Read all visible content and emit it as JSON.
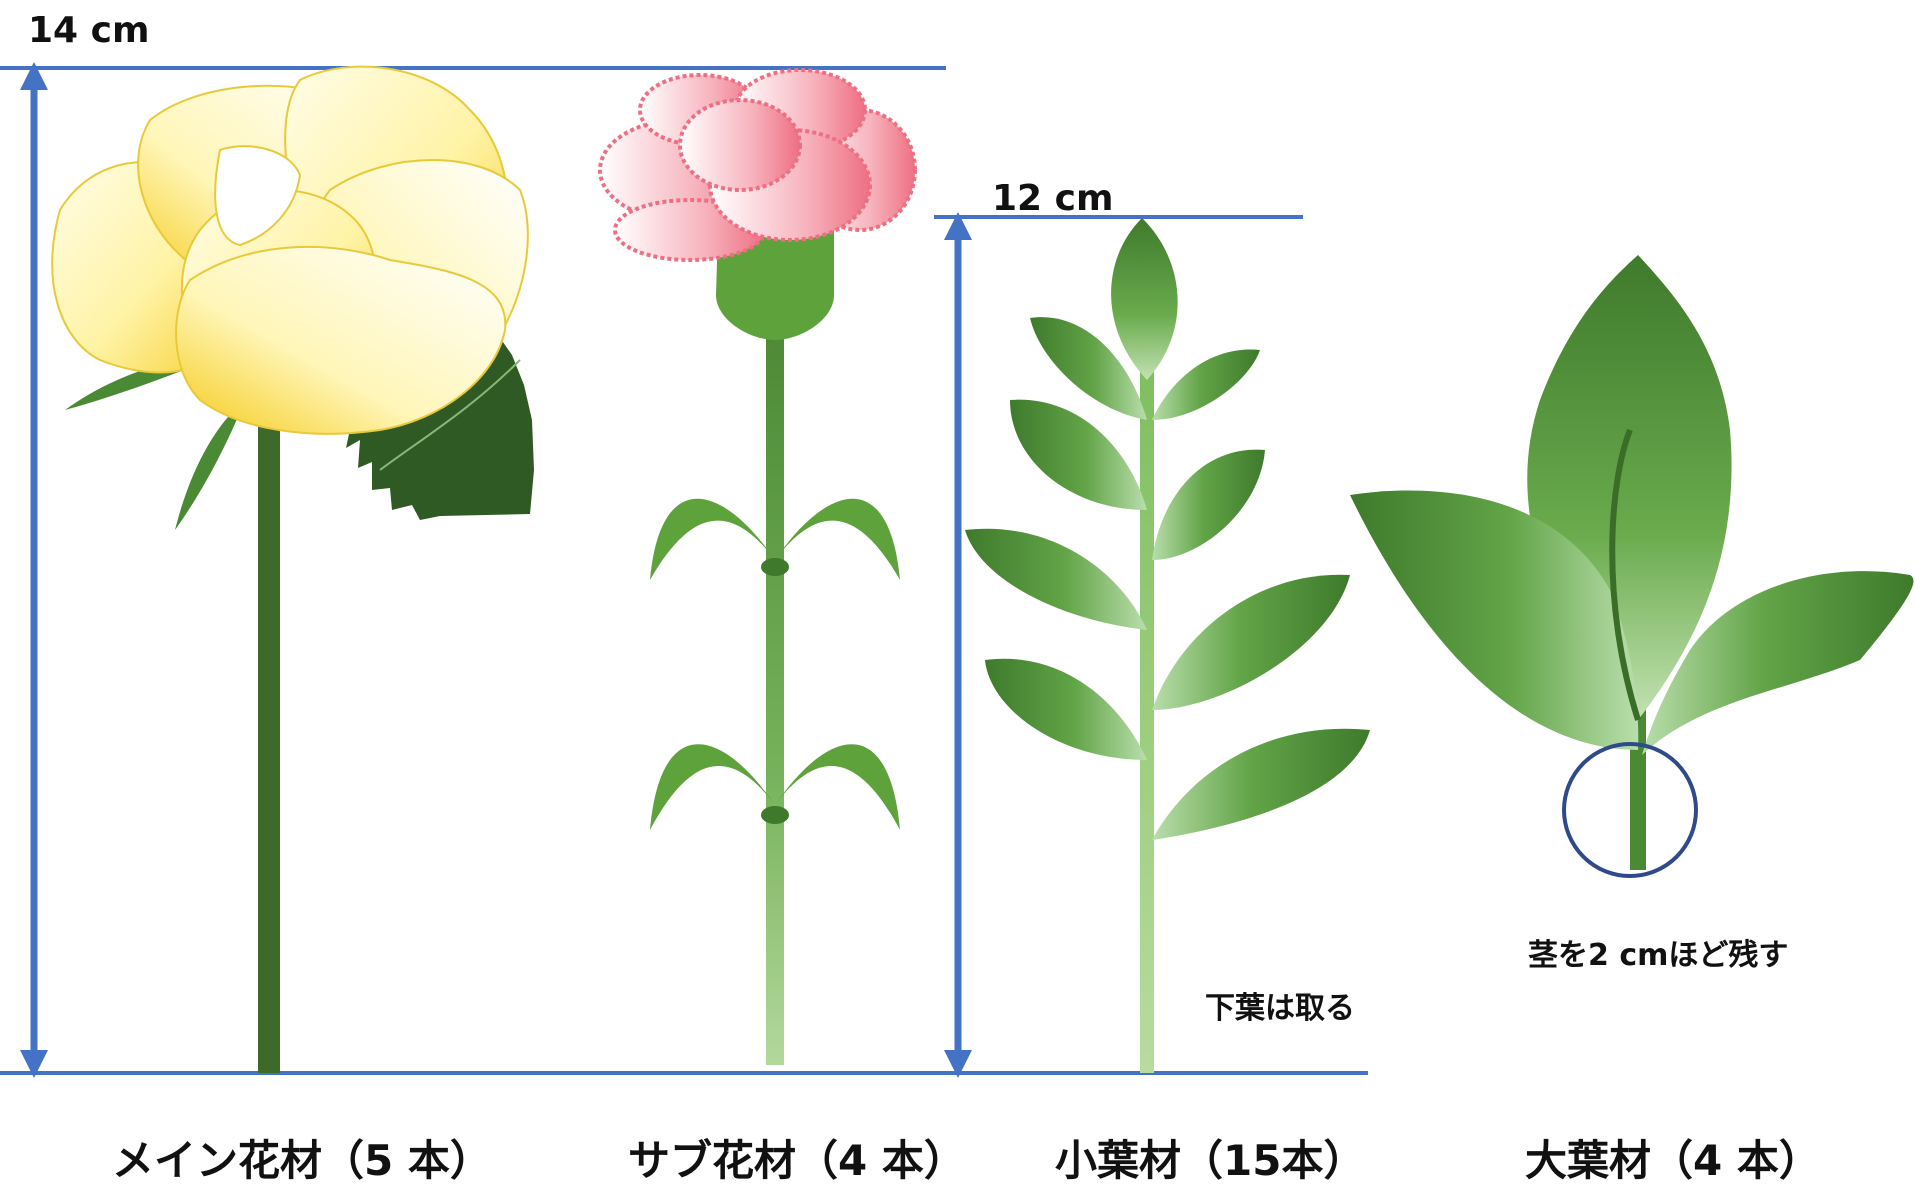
{
  "dimensions": {
    "main_height": "14 cm",
    "leaf_height": "12  cm"
  },
  "notes": {
    "remove_lower_leaves": "下葉は取る",
    "keep_stem": "茎を2 cmほど残す"
  },
  "captions": {
    "main_flower": "メイン花材（5 本）",
    "sub_flower": "サブ花材（4 本）",
    "small_leaf": "小葉材（15本）",
    "large_leaf": "大葉材（4 本）"
  },
  "colors": {
    "dimension_line": "#4472c4",
    "rose_petal": "#ffe680",
    "carnation_pink": "#f07a8c",
    "leaf_green": "#4a8a35",
    "dark_leaf": "#2f5a24",
    "circle_marker": "#2f4a8a"
  }
}
